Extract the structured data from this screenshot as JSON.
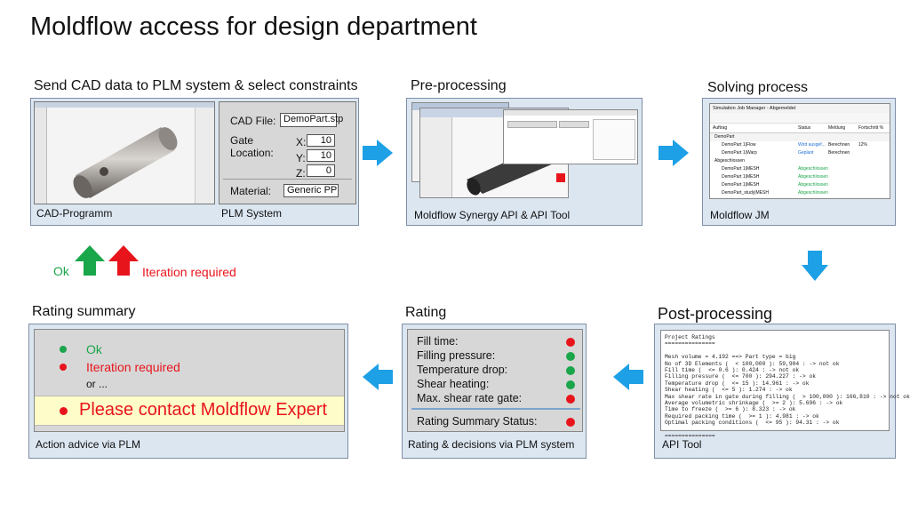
{
  "title": "Moldflow access for design department",
  "steps": {
    "send": {
      "title": "Send CAD data to PLM system & select constraints",
      "cad_label": "CAD-Programm",
      "plm_label": "PLM System",
      "cad_file_label": "CAD File:",
      "cad_file_value": "DemoPart.stp",
      "gate_label": "Gate",
      "location_label": "Location:",
      "x_label": "X:",
      "x_value": "10",
      "y_label": "Y:",
      "y_value": "10",
      "z_label": "Z:",
      "z_value": "0",
      "material_label": "Material:",
      "material_value": "Generic PP"
    },
    "pre": {
      "title": "Pre-processing",
      "label": "Moldflow Synergy API & API Tool"
    },
    "solving": {
      "title": "Solving process",
      "label": "Moldflow JM",
      "window_title": "Simulation Job Manager - Abgemeldet",
      "columns": [
        "Auftrag",
        "Status",
        "Meldung",
        "Fortschritt %"
      ],
      "rows": [
        {
          "name": "DemoPart",
          "status": "",
          "msg": "",
          "prog": ""
        },
        {
          "name": "DemoPart 1|Flow",
          "status": "Wird ausgef...",
          "msg": "Berechnen",
          "prog": "12%"
        },
        {
          "name": "DemoPart 1|Warp",
          "status": "Geplant",
          "msg": "Berechnen",
          "prog": ""
        },
        {
          "name": "Abgeschlossen",
          "status": "",
          "msg": "",
          "prog": ""
        },
        {
          "name": "DemoPart 1|MESH",
          "status": "Abgeschlossen",
          "msg": "",
          "prog": ""
        },
        {
          "name": "DemoPart 1|MESH",
          "status": "Abgeschlossen",
          "msg": "",
          "prog": ""
        },
        {
          "name": "DemoPart 1|MESH",
          "status": "Abgeschlossen",
          "msg": "",
          "prog": ""
        },
        {
          "name": "DemoPart_study|MESH",
          "status": "Abgeschlossen",
          "msg": "",
          "prog": ""
        }
      ]
    },
    "post": {
      "title": "Post-processing",
      "label": "API Tool",
      "report": "Project Ratings\n===============\n\nMesh volume = 4.192 ==> Part type = big\nNo of 3D Elements (  < 100,000 ): 59,904 : -> not ok\nFill time (  <= 0.6 ): 0.424 : -> not ok\nFilling pressure (  <= 700 ): 294.227 : -> ok\nTemperature drop (  <= 15 ): 14.961 : -> ok\nShear heating (  <= 5 ): 1.274 : -> ok\nMax shear rate in gate during filling (  > 100,000 ): 166,810 : -> not ok\nAverage volumetric shrinkage (  >= 2 ): 5.696 : -> ok\nTime to freeze (  >= 6 ): 8.323 : -> ok\nRequired packing time (  >= 1 ): 4.981 : -> ok\nOptimal packing conditions (  <= 95 ): 94.31 : -> ok\n\n==============="
    },
    "rating": {
      "title": "Rating",
      "label": "Rating & decisions via PLM system",
      "items": [
        {
          "text": "Fill time:",
          "status": "red"
        },
        {
          "text": "Filling pressure:",
          "status": "green"
        },
        {
          "text": "Temperature drop:",
          "status": "green"
        },
        {
          "text": "Shear heating:",
          "status": "green"
        },
        {
          "text": "Max. shear rate gate:",
          "status": "red"
        }
      ],
      "summary_text": "Rating Summary Status:",
      "summary_status": "red"
    },
    "summary": {
      "title": "Rating summary",
      "label": "Action advice via PLM",
      "ok": "Ok",
      "iteration": "Iteration required",
      "or": "or ...",
      "contact": "Please contact Moldflow Expert"
    }
  },
  "feedback": {
    "ok": "Ok",
    "iteration": "Iteration required"
  },
  "colors": {
    "arrow": "#1ea0e6",
    "green": "#1aa64a",
    "red": "#e8141c",
    "panel": "#dce6f1"
  }
}
